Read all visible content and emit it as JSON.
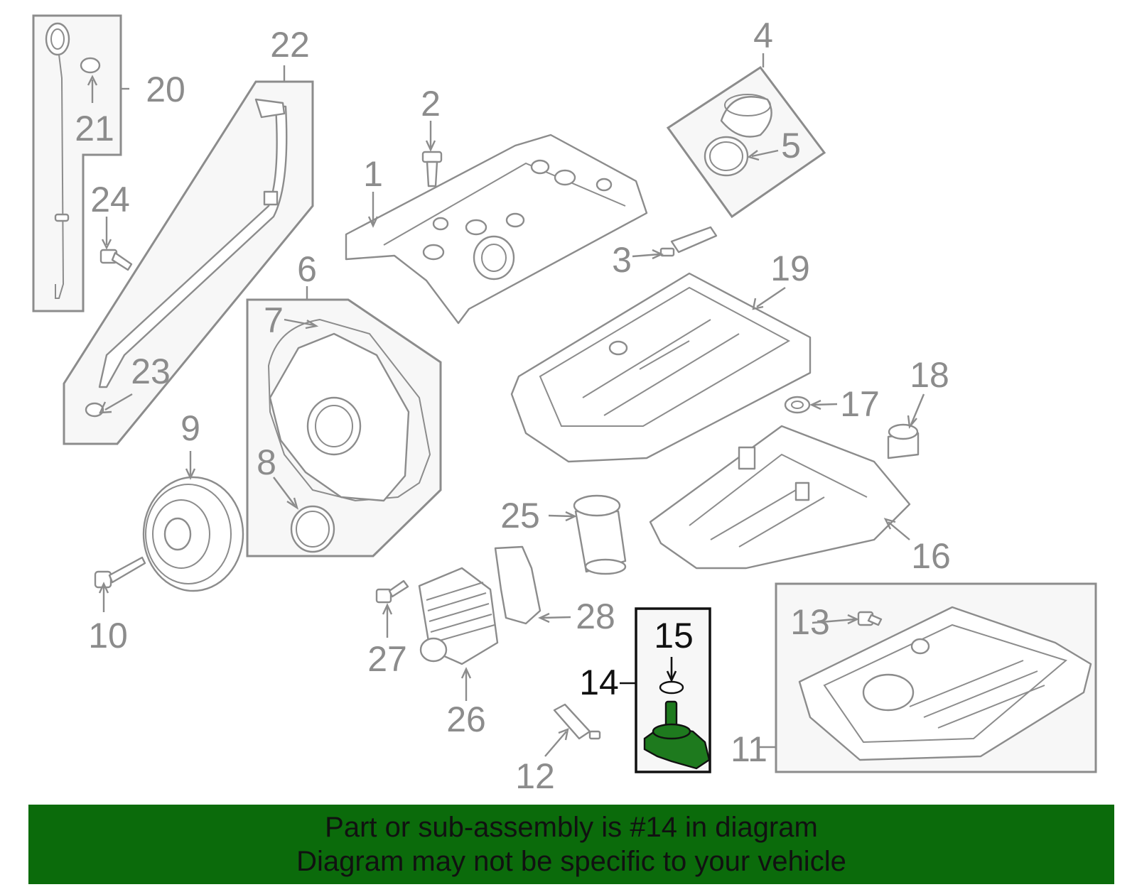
{
  "colors": {
    "line_gray": "#8c8c8c",
    "highlight_green": "#1e7a1e",
    "banner_green": "#0b6b0b",
    "text_black": "#111111"
  },
  "callouts": {
    "c1": "1",
    "c2": "2",
    "c3": "3",
    "c4": "4",
    "c5": "5",
    "c6": "6",
    "c7": "7",
    "c8": "8",
    "c9": "9",
    "c10": "10",
    "c11": "11",
    "c12": "12",
    "c13": "13",
    "c14": "14",
    "c15": "15",
    "c16": "16",
    "c17": "17",
    "c18": "18",
    "c19": "19",
    "c20": "20",
    "c21": "21",
    "c22": "22",
    "c23": "23",
    "c24": "24",
    "c25": "25",
    "c26": "26",
    "c27": "27",
    "c28": "28"
  },
  "highlighted_part": "14",
  "banner": {
    "line1": "Part or sub-assembly is #14 in diagram",
    "line2": "Diagram may not be specific to your vehicle"
  }
}
